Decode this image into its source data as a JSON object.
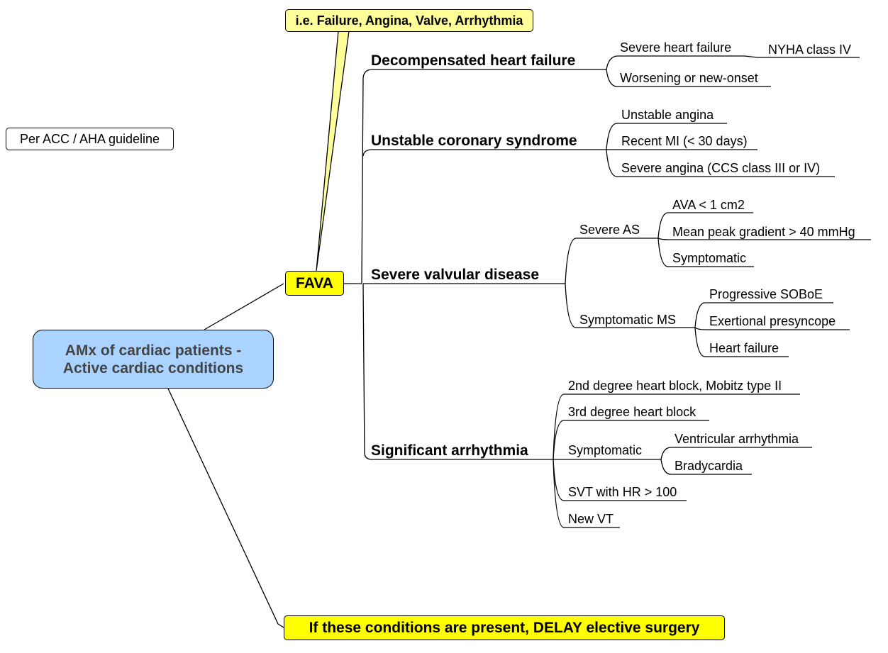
{
  "central": {
    "line1": "AMx of cardiac patients -",
    "line2": "Active cardiac conditions"
  },
  "note": "Per ACC / AHA guideline",
  "fava": "FAVA",
  "callout": "i.e. Failure, Angina, Valve, Arrhythmia",
  "delay": "If these conditions are present, DELAY elective surgery",
  "branches": {
    "failure": {
      "label": "Decompensated heart failure",
      "severe": "Severe heart failure",
      "nyha": "NYHA class IV",
      "worsening": "Worsening or new-onset"
    },
    "coronary": {
      "label": "Unstable coronary syndrome",
      "unstable": "Unstable angina",
      "recent_mi": "Recent MI (< 30 days)",
      "severe_angina": "Severe angina (CCS class III or IV)"
    },
    "valvular": {
      "label": "Severe valvular disease",
      "as": "Severe AS",
      "ava": "AVA < 1 cm2",
      "gradient": "Mean peak gradient > 40 mmHg",
      "symptomatic": "Symptomatic",
      "ms": "Symptomatic MS",
      "soboe": "Progressive SOBoE",
      "presyncope": "Exertional presyncope",
      "hf": "Heart failure"
    },
    "arrhythmia": {
      "label": "Significant arrhythmia",
      "mobitz": "2nd degree heart block, Mobitz type II",
      "third": "3rd degree heart block",
      "symptomatic": "Symptomatic",
      "ventricular": "Ventricular arrhythmia",
      "brady": "Bradycardia",
      "svt": "SVT with HR > 100",
      "vt": "New VT"
    }
  }
}
